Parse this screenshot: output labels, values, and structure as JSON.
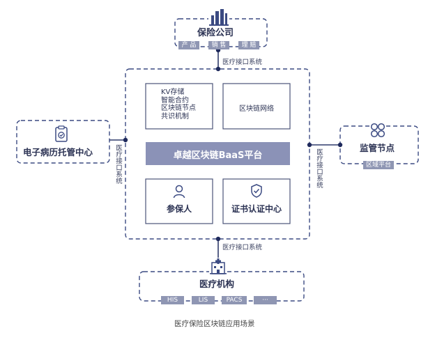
{
  "insurance": {
    "title": "保险公司",
    "tags": [
      "产 品",
      "销 售",
      "理 赔"
    ]
  },
  "connector_labels": {
    "top": "医疗接口系统",
    "left": "医疗接口系统",
    "right": "医疗接口系统",
    "bottom": "医疗接口系统"
  },
  "platform": {
    "features": [
      "KV存储",
      "智能合约",
      "区块链节点",
      "共识机制"
    ],
    "network": "区块链网络",
    "banner": "卓越区块链BaaS平台",
    "insured": "参保人",
    "cert_center": "证书认证中心"
  },
  "ehr": {
    "title": "电子病历托管中心"
  },
  "regulator": {
    "title": "监管节点",
    "tags": [
      "区域平台"
    ]
  },
  "hospital": {
    "title": "医疗机构",
    "tags": [
      "HIS",
      "LIS",
      "PACS",
      "···"
    ]
  },
  "caption": "医疗保险区块链应用场景",
  "colors": {
    "dashed_border": "#3b4a82",
    "line": "#2f3a6b",
    "banner_bg": "#8b92b7",
    "tag_bg": "#8f96b3"
  }
}
